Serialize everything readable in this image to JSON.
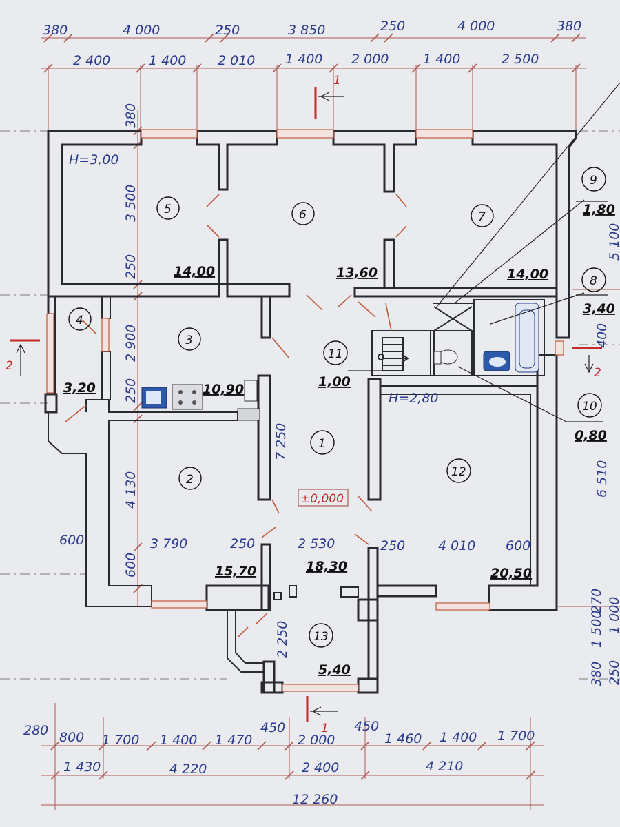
{
  "dimensions": {
    "top_row1": [
      "380",
      "4 000",
      "250",
      "3 850",
      "250",
      "4 000",
      "380"
    ],
    "top_row2": [
      "2 400",
      "1 400",
      "2 010",
      "1 400",
      "2 000",
      "1 400",
      "2 500"
    ],
    "left": [
      "380",
      "3 500",
      "250",
      "2 900",
      "250",
      "4 130",
      "600"
    ],
    "right": [
      "5 100",
      "400",
      "6 510",
      "270",
      "1 500",
      "380",
      "250",
      "1 000"
    ],
    "bottom_row1": [
      "280",
      "800",
      "1 700",
      "1 400",
      "1 470",
      "450",
      "2 000",
      "450",
      "1 460",
      "1 400",
      "1 700"
    ],
    "bottom_row2": [
      "1 430",
      "4 220",
      "2 400",
      "4 210"
    ],
    "bottom_total": "12 260",
    "inner": [
      "600",
      "3 790",
      "250",
      "2 530",
      "250",
      "4 010",
      "600",
      "7 250",
      "2 250"
    ]
  },
  "heights": [
    "H=3,00",
    "H=2,80"
  ],
  "level_mark": "±0,000",
  "rooms": [
    {
      "num": "1",
      "area": ""
    },
    {
      "num": "2",
      "area": "15,70"
    },
    {
      "num": "3",
      "area": "10,90"
    },
    {
      "num": "4",
      "area": "3,20"
    },
    {
      "num": "5",
      "area": "14,00"
    },
    {
      "num": "6",
      "area": "13,60"
    },
    {
      "num": "7",
      "area": "14,00"
    },
    {
      "num": "8",
      "area": "3,40"
    },
    {
      "num": "9",
      "area": "1,80"
    },
    {
      "num": "10",
      "area": "0,80"
    },
    {
      "num": "11",
      "area": "1,00"
    },
    {
      "num": "12",
      "area": "20,50"
    },
    {
      "num": "13",
      "area": "5,40"
    }
  ],
  "corridor_area": "18,30",
  "section_marks": [
    "1",
    "1",
    "2",
    "2"
  ]
}
